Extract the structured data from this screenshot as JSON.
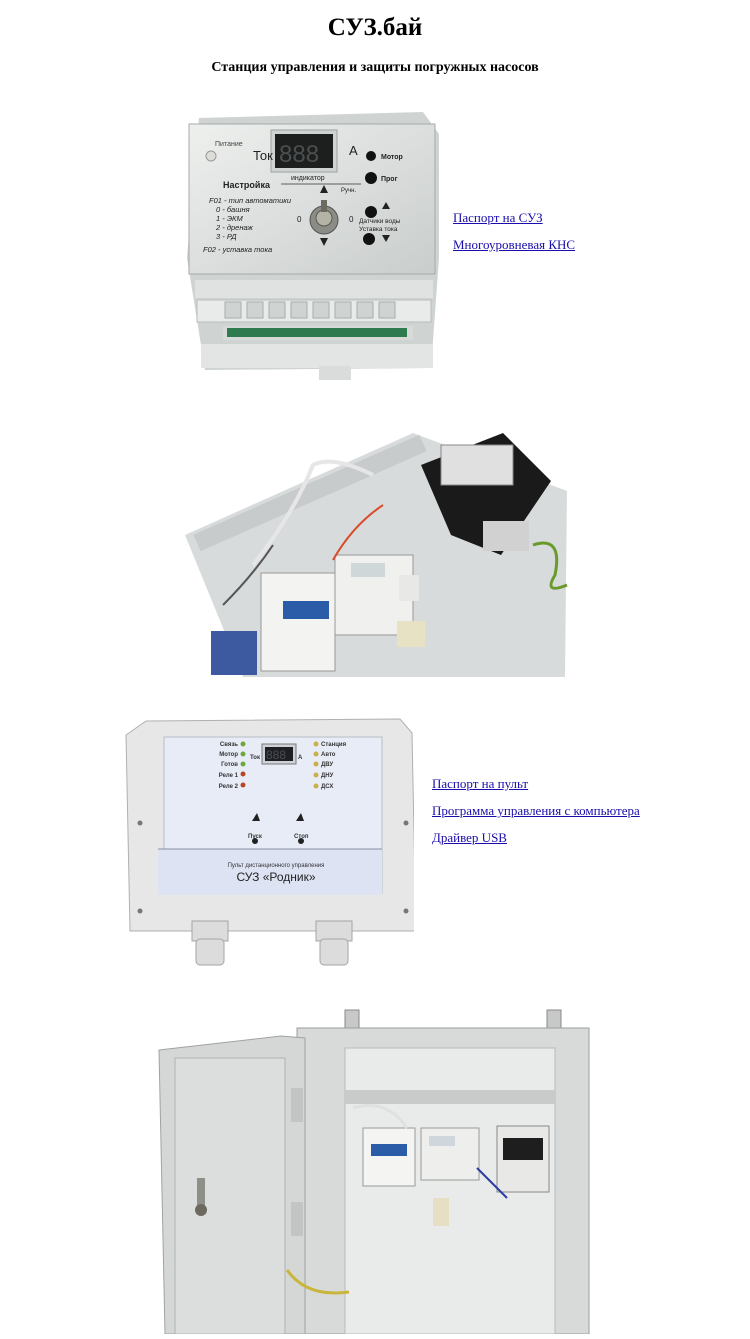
{
  "header": {
    "title": "СУЗ.бай",
    "subtitle": "Станция управления и защиты погружных насосов"
  },
  "section1": {
    "links": [
      "Паспорт на СУЗ",
      "Многоуровневая КНС"
    ],
    "device": {
      "power": "Питание",
      "current": "Ток",
      "amp": "А",
      "display": "888",
      "motor": "Мотор",
      "prog": "Прог",
      "indicator": "индикатор",
      "setting": "Настройка",
      "manual": "Ручн.",
      "f01": "F01 - тип автоматики",
      "opt0": "0 - башня",
      "opt1": "1 - ЭКМ",
      "opt2": "2 - дренаж",
      "opt3": "3 - РД",
      "f02": "F02 - уставка тока",
      "zero": "0",
      "sensors": "Датчики воды",
      "setpoint": "Уставка тока"
    }
  },
  "section3": {
    "links": [
      "Паспорт на пульт",
      "Программа управления с компьютера",
      "Драйвер USB"
    ],
    "panel": {
      "left_leds": [
        "Связь",
        "Мотор",
        "Готов",
        "Реле 1",
        "Реле 2"
      ],
      "right_leds": [
        "Станция",
        "Авто",
        "ДВУ",
        "ДНУ",
        "ДСХ"
      ],
      "current": "Ток",
      "amp": "А",
      "display": "888",
      "start": "Пуск",
      "stop": "Стоп",
      "caption": "Пульт дистанционного управления",
      "brand": "СУЗ «Родник»"
    }
  }
}
